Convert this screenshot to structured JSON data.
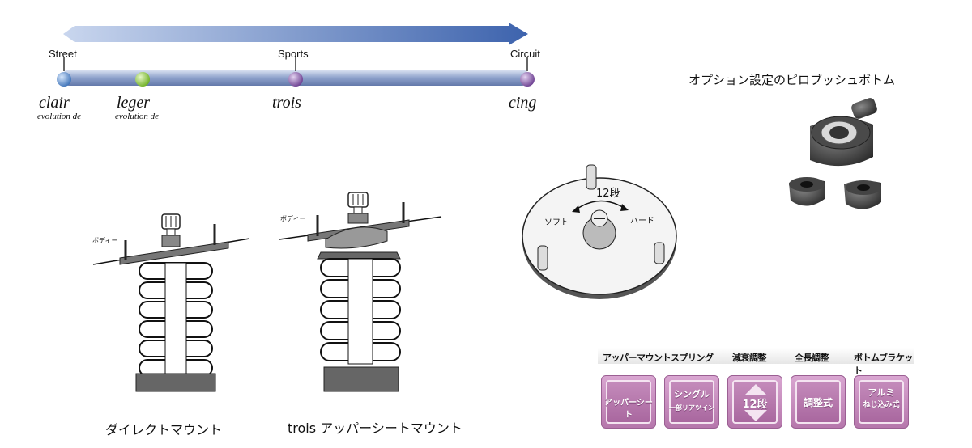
{
  "scale": {
    "points": [
      {
        "label": "Street"
      },
      {
        "label": "Sports"
      },
      {
        "label": "Circuit"
      }
    ],
    "grades": [
      {
        "name": "clair",
        "sub": "evolution de"
      },
      {
        "name": "leger",
        "sub": "evolution de"
      },
      {
        "name": "trois",
        "sub": ""
      },
      {
        "name": "cing",
        "sub": ""
      }
    ],
    "colors": {
      "bar": "#8fa3cc",
      "arrow": "#4a72b8",
      "dot_street": "#3f74b9",
      "dot_leger": "#7fbf2f",
      "dot_sports": "#7c4f9c",
      "dot_circuit": "#6d3f91"
    }
  },
  "mounts": {
    "direct": {
      "caption": "ダイレクトマウント",
      "body_label": "ボディー"
    },
    "upper": {
      "caption": "trois アッパーシートマウント",
      "body_label": "ボディー"
    }
  },
  "adjuster": {
    "steps_label": "12段",
    "soft_label": "ソフト",
    "hard_label": "ハード"
  },
  "option": {
    "title": "オプション設定のピロブッシュボトム"
  },
  "specs": [
    {
      "header": "アッパーマウント",
      "tile_lines": [
        "アッパーシート"
      ],
      "icon": "upper-seat-icon"
    },
    {
      "header": "スプリング",
      "tile_lines": [
        "シングル",
        "一部リアツイン"
      ],
      "icon": "spring-icon"
    },
    {
      "header": "減衰調整",
      "tile_lines": [
        "12段"
      ],
      "icon": "damping-arrows-icon"
    },
    {
      "header": "全長調整",
      "tile_lines": [
        "調整式"
      ],
      "icon": "length-adjust-icon"
    },
    {
      "header": "ボトムブラケット",
      "tile_lines": [
        "アルミ",
        "ねじ込み式"
      ],
      "icon": "bracket-icon"
    }
  ],
  "spec_colors": {
    "tile": "#c48bbb",
    "tile_border": "#9b5f93"
  }
}
